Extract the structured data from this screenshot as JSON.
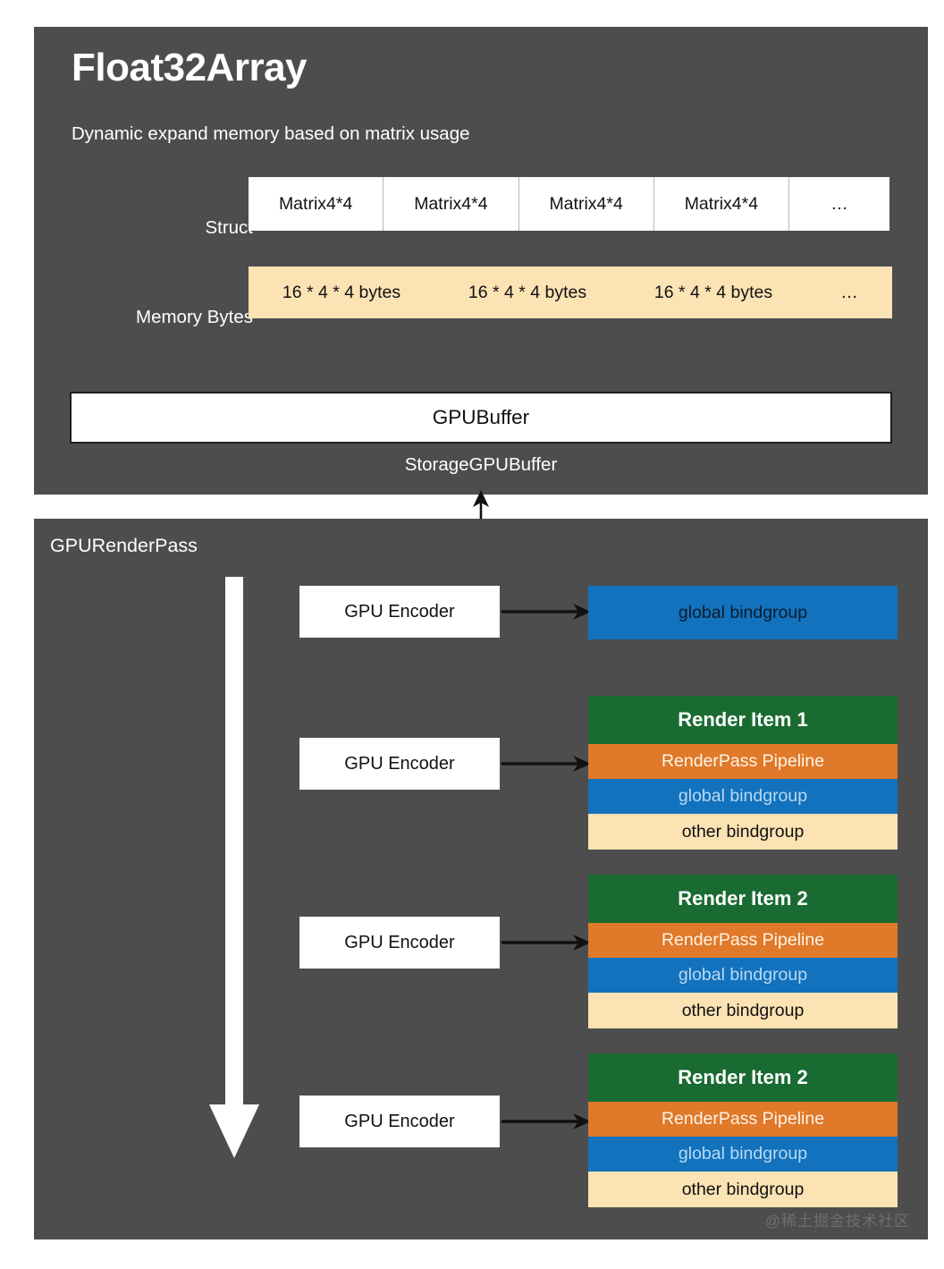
{
  "diagram": {
    "top_panel": {
      "title": "Float32Array",
      "subtitle": "Dynamic expand memory based on matrix usage",
      "struct_label": "Struct",
      "memory_label": "Memory Bytes",
      "struct_cells": [
        "Matrix4*4",
        "Matrix4*4",
        "Matrix4*4",
        "Matrix4*4",
        "…"
      ],
      "memory_cells": [
        "16 * 4 * 4 bytes",
        "16 * 4 * 4 bytes",
        "16 * 4 * 4 bytes",
        "…"
      ],
      "gpubuffer_label": "GPUBuffer",
      "storage_label": "StorageGPUBuffer"
    },
    "bottom_panel": {
      "title": "GPURenderPass",
      "encoder_label": "GPU Encoder",
      "top_bindgroup_label": "global bindgroup",
      "encoders": [
        {
          "label": "GPU Encoder"
        },
        {
          "label": "GPU Encoder"
        },
        {
          "label": "GPU Encoder"
        },
        {
          "label": "GPU Encoder"
        }
      ],
      "render_items": [
        {
          "title": "Render Item 1",
          "pipeline": "RenderPass Pipeline",
          "global_bindgroup": "global bindgroup",
          "other_bindgroup": "other bindgroup"
        },
        {
          "title": "Render Item 2",
          "pipeline": "RenderPass Pipeline",
          "global_bindgroup": "global bindgroup",
          "other_bindgroup": "other bindgroup"
        },
        {
          "title": "Render Item 2",
          "pipeline": "RenderPass Pipeline",
          "global_bindgroup": "global bindgroup",
          "other_bindgroup": "other bindgroup"
        }
      ]
    },
    "watermark": "@稀土掘金技术社区",
    "colors": {
      "panel": "#4d4d4d",
      "green": "#1a6b32",
      "orange": "#e0792a",
      "blue": "#1272bd",
      "cream": "#fce3b4",
      "white": "#ffffff"
    }
  }
}
